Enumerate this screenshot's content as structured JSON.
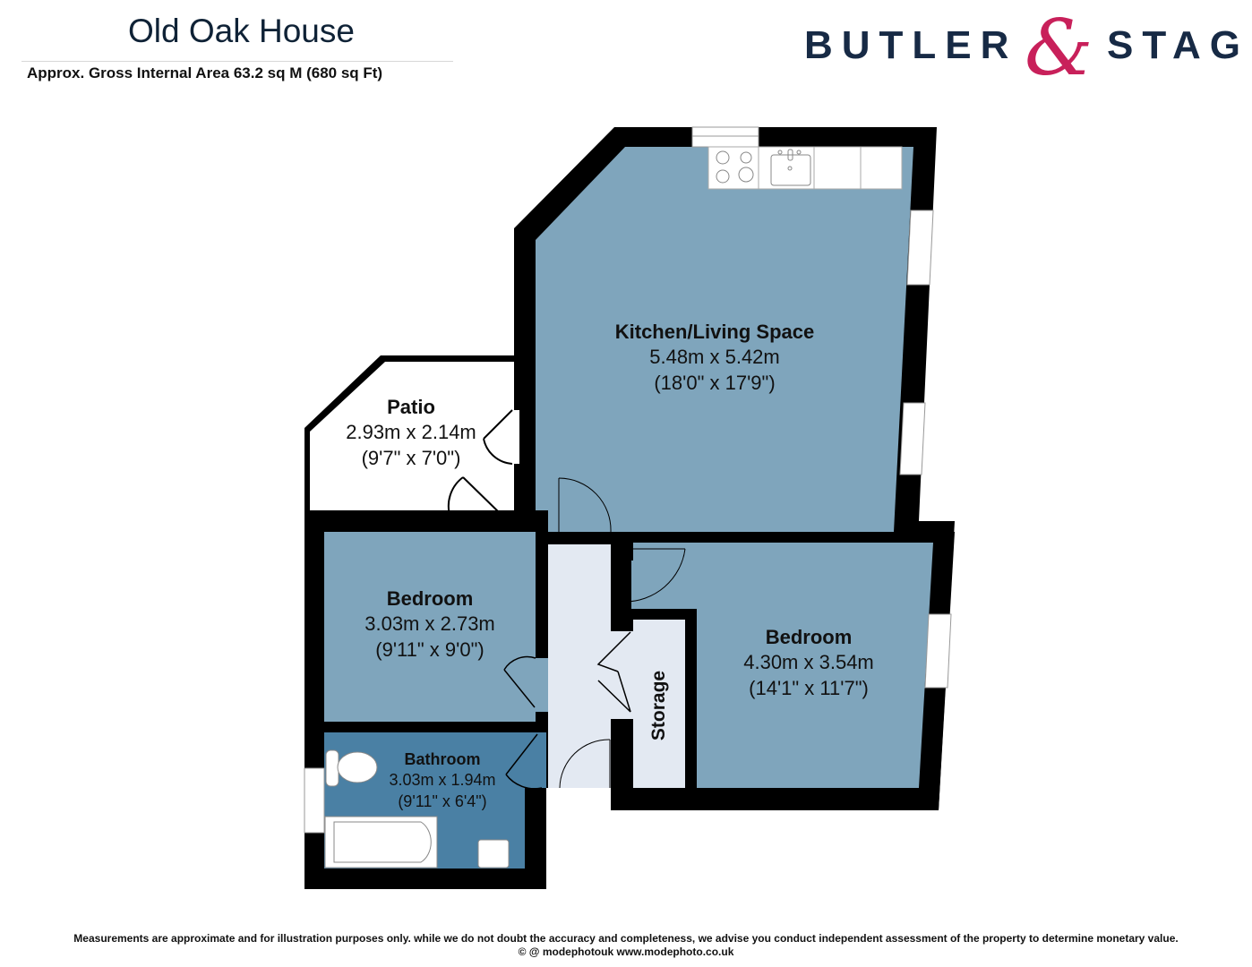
{
  "header": {
    "title": "Old Oak House",
    "subtitle": "Approx. Gross Internal Area 63.2 sq M (680 sq Ft)"
  },
  "logo": {
    "left_word": "BUTLER",
    "ampersand": "&",
    "right_word": "STAG",
    "colors": {
      "text": "#172a45",
      "ampersand": "#c8205a"
    }
  },
  "colors": {
    "wall": "#000000",
    "room_fill": "#7fa5bc",
    "bathroom_fill": "#4a80a4",
    "hall_fill": "#e3e9f2",
    "patio_fill": "#ffffff"
  },
  "rooms": {
    "kitchen": {
      "name": "Kitchen/Living Space",
      "metric": "5.48m x 5.42m",
      "imperial": "(18'0\" x 17'9\")"
    },
    "patio": {
      "name": "Patio",
      "metric": "2.93m x 2.14m",
      "imperial": "(9'7\" x 7'0\")"
    },
    "bedroom1": {
      "name": "Bedroom",
      "metric": "3.03m x 2.73m",
      "imperial": "(9'11\" x 9'0\")"
    },
    "bedroom2": {
      "name": "Bedroom",
      "metric": "4.30m x 3.54m",
      "imperial": "(14'1\" x 11'7\")"
    },
    "bathroom": {
      "name": "Bathroom",
      "metric": "3.03m x 1.94m",
      "imperial": "(9'11\" x 6'4\")"
    },
    "storage": {
      "name": "Storage"
    }
  },
  "footer": {
    "disclaimer": "Measurements are approximate and for illustration purposes only. while we do not doubt the accuracy and completeness, we advise you conduct independent assessment of the property to determine monetary value.",
    "credit": "© @ modephotouk www.modephoto.co.uk"
  }
}
